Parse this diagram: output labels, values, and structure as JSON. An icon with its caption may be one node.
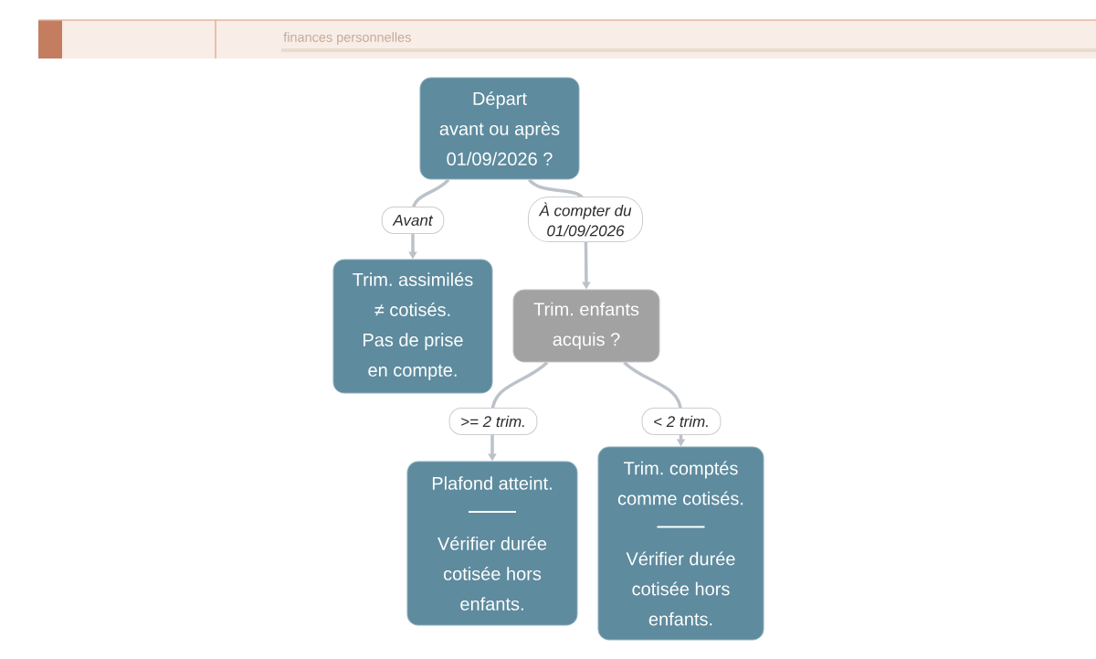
{
  "diagram": {
    "nodes": [
      {
        "text": [
          "Départ avant ou après 01/09/2026 ?"
        ]
      },
      {
        "text": [
          "Trim. assimilés ≠ cotisés. Pas de prise en compte."
        ]
      },
      {
        "text": [
          "Trim. enfants acquis ?"
        ]
      },
      {
        "text": [
          "Plafond atteint.",
          "Vérifier durée cotisée hors enfants."
        ]
      },
      {
        "text": [
          "Trim. comptés comme cotisés.",
          "Vérifier durée cotisée hors enfants."
        ]
      }
    ],
    "edges": [
      {
        "from": 0,
        "to": 1,
        "arrow": "to",
        "label": "Avant"
      },
      {
        "from": 0,
        "to": 2,
        "arrow": "to",
        "label": "À compter du 01/09/2026"
      },
      {
        "from": 2,
        "to": 3,
        "arrow": "to",
        "label": ">= 2 trim."
      },
      {
        "from": 2,
        "to": 4,
        "arrow": "to",
        "label": "< 2 trim."
      }
    ],
    "labels": [
      "finances personnelles"
    ]
  }
}
